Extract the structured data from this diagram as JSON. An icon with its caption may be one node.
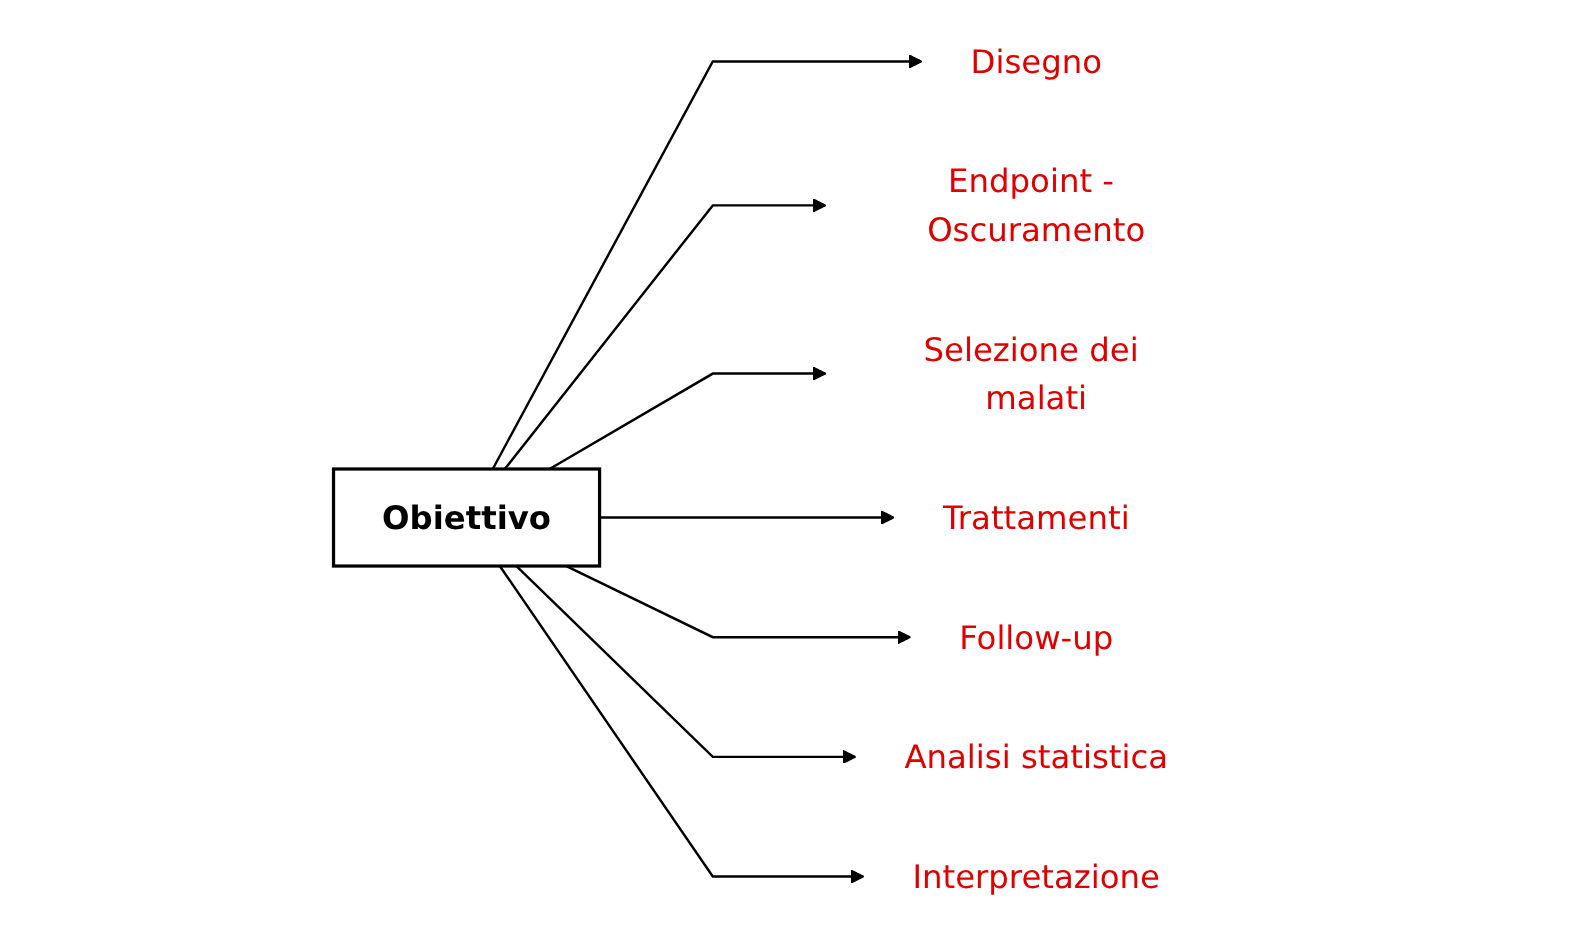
{
  "diagram": {
    "nodes": [
      {
        "text": [
          "Obiettivo"
        ]
      },
      {
        "text": [
          "Disegno"
        ]
      },
      {
        "text": [
          "Endpoint - Oscuramento"
        ]
      },
      {
        "text": [
          "Selezione dei malati"
        ]
      },
      {
        "text": [
          "Trattamenti"
        ]
      },
      {
        "text": [
          "Follow-up"
        ]
      },
      {
        "text": [
          "Analisi statistica"
        ]
      },
      {
        "text": [
          "Interpretazione"
        ]
      }
    ],
    "edges": [
      {
        "from": 0,
        "to": 1,
        "arrow": "to"
      },
      {
        "from": 0,
        "to": 2,
        "arrow": "to"
      },
      {
        "from": 0,
        "to": 3,
        "arrow": "to"
      },
      {
        "from": 0,
        "to": 4,
        "arrow": "to"
      },
      {
        "from": 0,
        "to": 5,
        "arrow": "to"
      },
      {
        "from": 0,
        "to": 6,
        "arrow": "to"
      },
      {
        "from": 0,
        "to": 7,
        "arrow": "to"
      }
    ]
  }
}
